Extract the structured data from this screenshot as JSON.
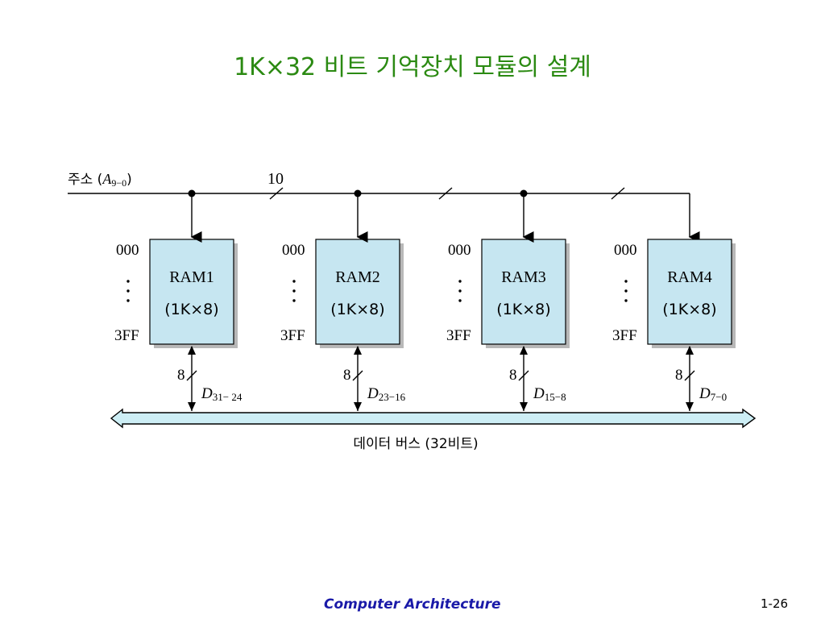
{
  "title": "1K×32 비트 기억장치 모듈의 설계",
  "address": {
    "label_prefix": "주소 (",
    "symbol": "A",
    "subscript": "9−0",
    "label_suffix": ")",
    "bus_width": "10"
  },
  "modules": [
    {
      "name": "RAM1",
      "size": "(1K×8)",
      "start": "000",
      "end": "3FF",
      "width": "8",
      "data_symbol": "D",
      "data_range": "31− 24"
    },
    {
      "name": "RAM2",
      "size": "(1K×8)",
      "start": "000",
      "end": "3FF",
      "width": "8",
      "data_symbol": "D",
      "data_range": "23−16"
    },
    {
      "name": "RAM3",
      "size": "(1K×8)",
      "start": "000",
      "end": "3FF",
      "width": "8",
      "data_symbol": "D",
      "data_range": "15−8"
    },
    {
      "name": "RAM4",
      "size": "(1K×8)",
      "start": "000",
      "end": "3FF",
      "width": "8",
      "data_symbol": "D",
      "data_range": "7−0"
    }
  ],
  "data_bus_label": "데이터 버스 (32비트)",
  "footer": {
    "course": "Computer Architecture",
    "page": "1-26"
  },
  "colors": {
    "title": "#2b8a12",
    "ram_fill": "#c6e6f1",
    "bus_fill": "#cdeef5",
    "footer_course": "#1a1aa8"
  }
}
